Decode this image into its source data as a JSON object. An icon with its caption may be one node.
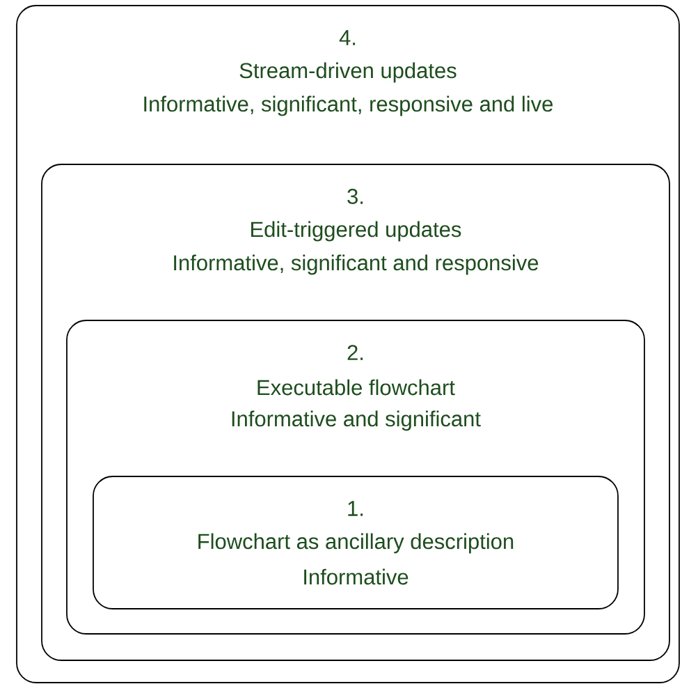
{
  "diagram": {
    "nodes": [
      {
        "text": [
          "4.",
          "Stream-driven updates",
          "Informative, significant, responsive and live"
        ]
      },
      {
        "text": [
          "3.",
          "Edit-triggered updates",
          "Informative, significant and responsive"
        ],
        "in": 0
      },
      {
        "text": [
          "2.",
          "Executable flowchart",
          "Informative and significant"
        ],
        "in": 1
      },
      {
        "text": [
          "1.",
          "Flowchart as ancillary description",
          "Informative"
        ],
        "in": 2
      }
    ]
  }
}
